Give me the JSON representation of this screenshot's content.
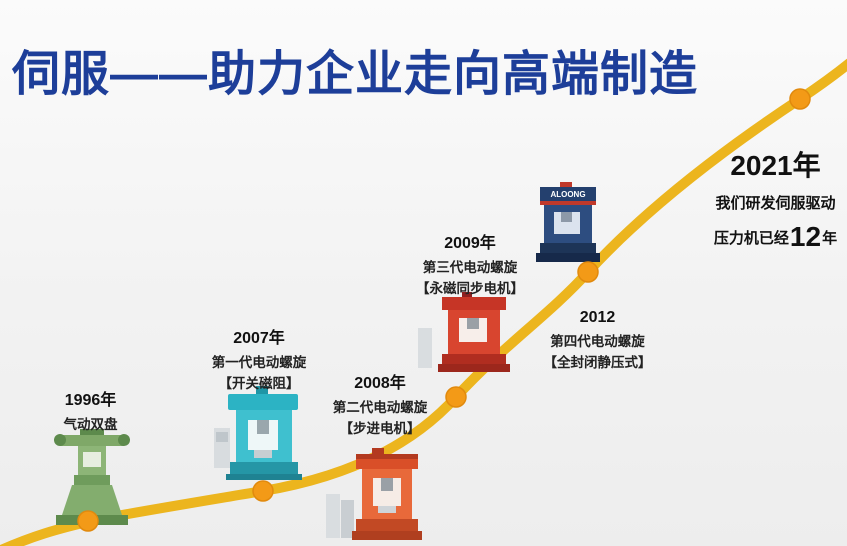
{
  "title": "伺服——助力企业走向高端制造",
  "milestones": [
    {
      "year": "1996年",
      "line1": "气动双盘",
      "line2": ""
    },
    {
      "year": "2007年",
      "line1": "第一代电动螺旋",
      "line2": "【开关磁阻】"
    },
    {
      "year": "2008年",
      "line1": "第二代电动螺旋",
      "line2": "【步进电机】"
    },
    {
      "year": "2009年",
      "line1": "第三代电动螺旋",
      "line2": "【永磁同步电机】"
    },
    {
      "year": "2012",
      "line1": "第四代电动螺旋",
      "line2": "【全封闭静压式】"
    }
  ],
  "finale": {
    "year": "2021年",
    "line1": "我们研发伺服驱动",
    "line2_prefix": "压力机已经",
    "line2_number": "12",
    "line2_suffix": "年"
  },
  "machines": {
    "m2012_label": "ALOONG"
  },
  "colors": {
    "title": "#1d3e99",
    "curve": "#ecb51e",
    "dot": "#f39a17",
    "text": "#222222"
  }
}
